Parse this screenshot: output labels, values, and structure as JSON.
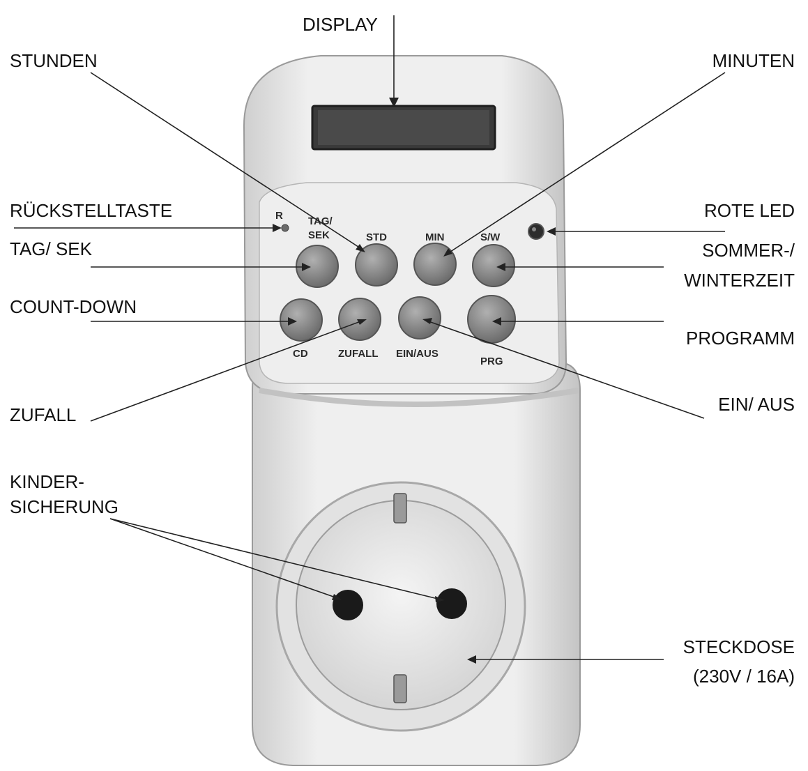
{
  "callouts": {
    "display": "DISPLAY",
    "stunden": "STUNDEN",
    "minuten": "MINUTEN",
    "rueckstelltaste": "RÜCKSTELLTASTE",
    "rote_led": "ROTE LED",
    "tag_sek": "TAG/ SEK",
    "sommer_winterzeit": [
      "SOMMER-/",
      "WINTERZEIT"
    ],
    "count_down": "COUNT-DOWN",
    "programm": "PROGRAMM",
    "zufall": "ZUFALL",
    "ein_aus": "EIN/ AUS",
    "kindersicherung": [
      "KINDER-",
      "SICHERUNG"
    ],
    "steckdose": [
      "STECKDOSE",
      "(230V /  16A)"
    ]
  },
  "device_labels": {
    "reset": "R",
    "tag_sek": [
      "TAG/",
      "SEK"
    ],
    "std": "STD",
    "min": "MIN",
    "sw": "S/W",
    "cd": "CD",
    "zufall": "ZUFALL",
    "ein_aus": "EIN/AUS",
    "prg": "PRG"
  },
  "colors": {
    "housing": "#e9e9e9",
    "housing_shadow": "#bdbdbd",
    "button": "#8c8c8c",
    "display": "#3a3a3a",
    "line": "#222222"
  }
}
